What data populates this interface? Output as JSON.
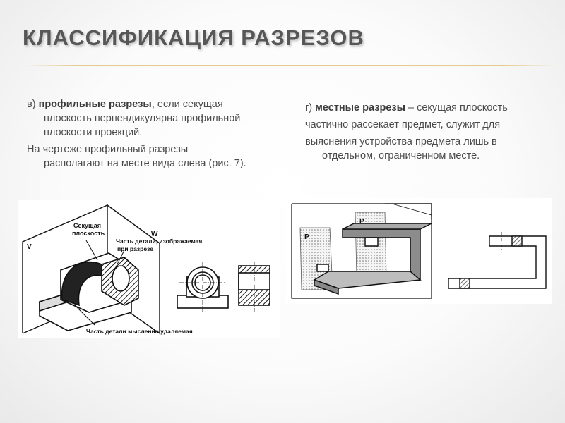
{
  "slide": {
    "title": "КЛАССИФИКАЦИЯ РАЗРЕЗОВ"
  },
  "left_column": {
    "prefix": "в) ",
    "term": "профильные разрезы",
    "line1_rest": ", если секущая",
    "line2": "плоскость перпендикулярна профильной",
    "line3": "плоскости проекций.",
    "line4": "На чертеже профильный разрезы",
    "line5": "располагают на месте вида слева (рис. 7)."
  },
  "right_column": {
    "prefix": "г) ",
    "term": "местные разрезы",
    "line1_rest": " – секущая плоскость",
    "line2": "частично рассекает предмет, служит для",
    "line3": "выяснения устройства предмета лишь в",
    "line4": "отдельном, ограниченном месте."
  },
  "figure_profile": {
    "label_plane": "Секущая",
    "label_plane2": "плоскость",
    "label_part1": "Часть детали, изображаемая",
    "label_part2": "при разрезе",
    "label_removed": "Часть детали мысленно удаляемая",
    "label_v": "V",
    "label_w": "W"
  },
  "figure_local": {
    "label_p1": "P",
    "label_p2": "P"
  },
  "colors": {
    "title": "#575757",
    "rule": "#e7c98c",
    "text": "#4a4a4a"
  }
}
